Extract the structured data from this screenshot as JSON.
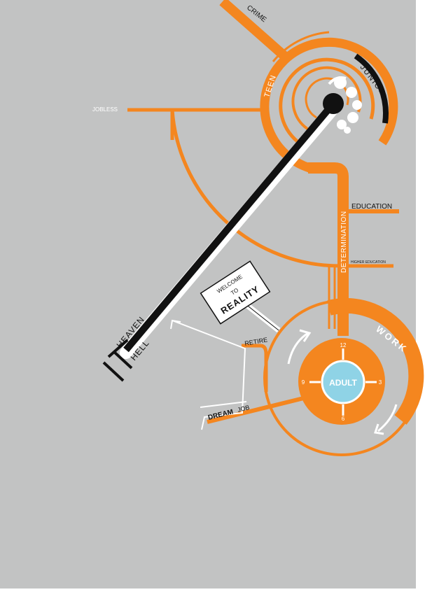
{
  "colors": {
    "background": "#c2c3c3",
    "accent": "#f4861f",
    "ink": "#111111",
    "adult_circle": "#8fd3e6",
    "white": "#ffffff"
  },
  "labels": {
    "crime": "CRIME",
    "teen": "TEEN",
    "junior": "JUNIOR",
    "jobless": "JOBLESS",
    "determination": "DETERMINATION",
    "education": "EDUCATION",
    "higher_education": "HIGHER EDUCATION",
    "heaven": "HEAVEN",
    "hell": "HELL",
    "retire": "RETIRE",
    "dream": "DREAM",
    "job": "JOB",
    "work": "WORK",
    "adult": "ADULT"
  },
  "sign": {
    "line1": "WELCOME",
    "line2": "TO",
    "line3": "REALITY"
  },
  "clock": {
    "twelve": "12",
    "three": "3",
    "six": "6",
    "nine": "9"
  },
  "icons": {
    "baby": "baby-swirl-icon"
  }
}
